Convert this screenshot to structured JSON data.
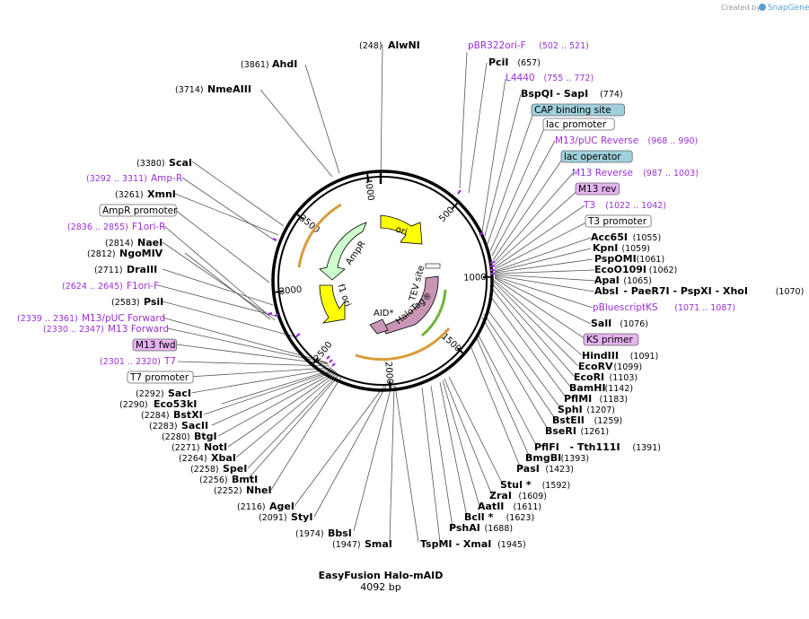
{
  "credit": {
    "prefix": "Created by",
    "brand": "SnapGene"
  },
  "plasmid": {
    "name": "EasyFusion Halo-mAID",
    "length": "4092 bp",
    "total_bp": 4092
  },
  "ring_ticks": [
    {
      "label": "500",
      "bp": 500
    },
    {
      "label": "1000",
      "bp": 1000
    },
    {
      "label": "1500",
      "bp": 1500
    },
    {
      "label": "2000",
      "bp": 2000
    },
    {
      "label": "2500",
      "bp": 2500
    },
    {
      "label": "3000",
      "bp": 3000
    },
    {
      "label": "3500",
      "bp": 3500
    },
    {
      "label": "4000",
      "bp": 4000
    }
  ],
  "arrows": [
    {
      "name": "ori",
      "color": "#ffff00"
    },
    {
      "name": "AmpR",
      "color": "#ccffcc"
    },
    {
      "name": "f1 ori",
      "color": "#ffff00"
    },
    {
      "name": "TEV site",
      "color": "#ffffff"
    },
    {
      "name": "HaloTag®",
      "color": "#c896b4"
    },
    {
      "name": "AID*",
      "color": "#c896b4"
    }
  ],
  "enzymes": [
    {
      "name": "AlwNI",
      "pos": "(248)",
      "side": "right"
    },
    {
      "name": "PciI",
      "pos": "(657)",
      "side": "left"
    },
    {
      "name": "BspQI",
      "pos": "(774)",
      "extra": "- SapI",
      "side": "left"
    },
    {
      "name": "AhdI",
      "pos": "(3861)",
      "side": "right"
    },
    {
      "name": "NmeAIII",
      "pos": "(3714)",
      "side": "right"
    },
    {
      "name": "ScaI",
      "pos": "(3380)",
      "side": "right"
    },
    {
      "name": "XmnI",
      "pos": "(3261)",
      "side": "right"
    },
    {
      "name": "NaeI",
      "pos": "(2814)",
      "side": "right"
    },
    {
      "name": "NgoMIV",
      "pos": "(2812)",
      "side": "right"
    },
    {
      "name": "DraIII",
      "pos": "(2711)",
      "side": "right"
    },
    {
      "name": "PsiI",
      "pos": "(2583)",
      "side": "right"
    },
    {
      "name": "SacI",
      "pos": "(2292)",
      "side": "right"
    },
    {
      "name": "Eco53kI",
      "pos": "(2290)",
      "side": "right"
    },
    {
      "name": "BstXI",
      "pos": "(2284)",
      "side": "right"
    },
    {
      "name": "SacII",
      "pos": "(2283)",
      "side": "right"
    },
    {
      "name": "BtgI",
      "pos": "(2280)",
      "side": "right"
    },
    {
      "name": "NotI",
      "pos": "(2271)",
      "side": "right"
    },
    {
      "name": "XbaI",
      "pos": "(2264)",
      "side": "right"
    },
    {
      "name": "SpeI",
      "pos": "(2258)",
      "side": "right"
    },
    {
      "name": "BmtI",
      "pos": "(2256)",
      "side": "right"
    },
    {
      "name": "NheI",
      "pos": "(2252)",
      "side": "right"
    },
    {
      "name": "AgeI",
      "pos": "(2116)",
      "side": "right"
    },
    {
      "name": "StyI",
      "pos": "(2091)",
      "side": "right"
    },
    {
      "name": "BbsI",
      "pos": "(1974)",
      "side": "right"
    },
    {
      "name": "SmaI",
      "pos": "(1947)",
      "side": "right"
    },
    {
      "name": "TspMI",
      "pos": "(1945)",
      "extra": "- XmaI",
      "side": "mid"
    },
    {
      "name": "PshAI",
      "pos": "(1688)",
      "side": "left"
    },
    {
      "name": "BclI *",
      "pos": "(1623)",
      "side": "left"
    },
    {
      "name": "AatII",
      "pos": "(1611)",
      "side": "left"
    },
    {
      "name": "ZraI",
      "pos": "(1609)",
      "side": "left"
    },
    {
      "name": "StuI *",
      "pos": "(1592)",
      "side": "left"
    },
    {
      "name": "PasI",
      "pos": "(1423)",
      "side": "left"
    },
    {
      "name": "BmgBI",
      "pos": "(1393)",
      "side": "left"
    },
    {
      "name": "PflFI",
      "pos": "(1391)",
      "extra": "- Tth111I",
      "side": "left"
    },
    {
      "name": "BseRI",
      "pos": "(1261)",
      "side": "left"
    },
    {
      "name": "BstEII",
      "pos": "(1259)",
      "side": "left"
    },
    {
      "name": "SphI",
      "pos": "(1207)",
      "side": "left"
    },
    {
      "name": "PflMI",
      "pos": "(1183)",
      "side": "left"
    },
    {
      "name": "BamHI",
      "pos": "(1142)",
      "side": "left"
    },
    {
      "name": "EcoRI",
      "pos": "(1103)",
      "side": "left"
    },
    {
      "name": "EcoRV",
      "pos": "(1099)",
      "side": "left"
    },
    {
      "name": "HindIII",
      "pos": "(1091)",
      "side": "left"
    },
    {
      "name": "SalI",
      "pos": "(1076)",
      "side": "left"
    },
    {
      "name": "AbsI",
      "pos": "(1070)",
      "extra": "- PaeR7I - PspXI - XhoI",
      "side": "left"
    },
    {
      "name": "ApaI",
      "pos": "(1065)",
      "side": "left"
    },
    {
      "name": "EcoO109I",
      "pos": "(1062)",
      "side": "left"
    },
    {
      "name": "PspOMI",
      "pos": "(1061)",
      "side": "left"
    },
    {
      "name": "KpnI",
      "pos": "(1059)",
      "side": "left"
    },
    {
      "name": "Acc65I",
      "pos": "(1055)",
      "side": "left"
    }
  ],
  "features": [
    {
      "name": "pBR322ori-F",
      "range": "(502 .. 521)",
      "side": "left"
    },
    {
      "name": "L4440",
      "range": "(755 .. 772)",
      "side": "left"
    },
    {
      "name": "M13/pUC Reverse",
      "range": "(968 .. 990)",
      "side": "left"
    },
    {
      "name": "M13 Reverse",
      "range": "(987 .. 1003)",
      "side": "left"
    },
    {
      "name": "T3",
      "range": "(1022 .. 1042)",
      "side": "left"
    },
    {
      "name": "pBluescriptKS",
      "range": "(1071 .. 1087)",
      "side": "left"
    },
    {
      "name": "Amp-R",
      "range": "(3292 .. 3311)",
      "side": "right"
    },
    {
      "name": "F1ori-R",
      "range": "(2836 .. 2855)",
      "side": "right"
    },
    {
      "name": "F1ori-F",
      "range": "(2624 .. 2645)",
      "side": "right"
    },
    {
      "name": "M13/pUC Forward",
      "range": "(2339 .. 2361)",
      "side": "right"
    },
    {
      "name": "M13 Forward",
      "range": "(2330 .. 2347)",
      "side": "right"
    },
    {
      "name": "T7",
      "range": "(2301 .. 2320)",
      "side": "right"
    }
  ],
  "boxes": [
    {
      "name": "CAP binding site",
      "fill": "#9fd0dc"
    },
    {
      "name": "lac promoter",
      "fill": "#ffffff"
    },
    {
      "name": "lac operator",
      "fill": "#9fd0dc"
    },
    {
      "name": "M13 rev",
      "fill": "#e6b4f0"
    },
    {
      "name": "T3 promoter",
      "fill": "#ffffff"
    },
    {
      "name": "KS primer",
      "fill": "#e6b4f0"
    },
    {
      "name": "AmpR promoter",
      "fill": "#ffffff"
    },
    {
      "name": "M13 fwd",
      "fill": "#e6b4f0"
    },
    {
      "name": "T7 promoter",
      "fill": "#ffffff"
    }
  ]
}
